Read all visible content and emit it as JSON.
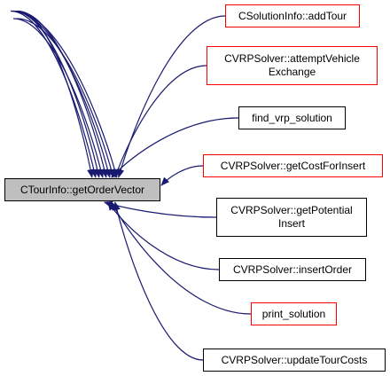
{
  "diagram": {
    "root": {
      "label": "CTourInfo::getOrderVector",
      "fill": "#bfbfbf"
    },
    "callers": [
      {
        "label": "CSolutionInfo::addTour",
        "border": "#ff0000"
      },
      {
        "label": "CVRPSolver::attemptVehicle\nExchange",
        "border": "#000000"
      },
      {
        "label": "find_vrp_solution",
        "border": "#ff0000"
      },
      {
        "label": "CVRPSolver::getCostForInsert",
        "border": "#000000"
      },
      {
        "label": "CVRPSolver::getPotential\nInsert",
        "border": "#000000"
      },
      {
        "label": "CVRPSolver::insertOrder",
        "border": "#000000"
      },
      {
        "label": "print_solution",
        "border": "#ff0000"
      },
      {
        "label": "CVRPSolver::updateTourCosts",
        "border": "#000000"
      }
    ],
    "edge_color": "#191970"
  }
}
